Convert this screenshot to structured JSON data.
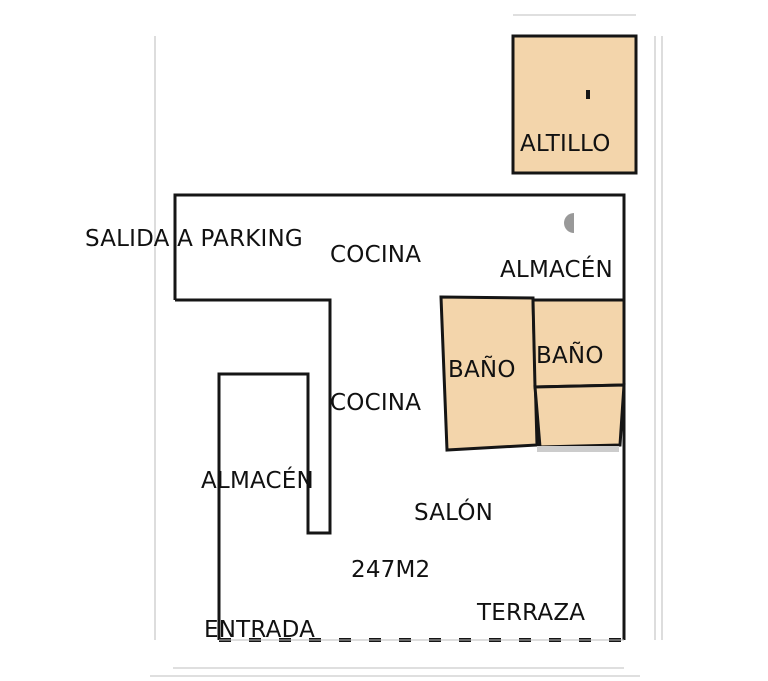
{
  "colors": {
    "room_fill": "#f3d5ab",
    "wall": "#151515",
    "dim_line": "#999999"
  },
  "rooms": {
    "altillo": "ALTILLO",
    "salida_parking": "SALIDA A PARKING",
    "cocina_top": "COCINA",
    "almacen_right": "ALMACÉN",
    "bano_left": "BAÑO",
    "bano_right": "BAÑO",
    "cocina_mid": "COCINA",
    "almacen_left": "ALMACÉN",
    "salon": "SALÓN",
    "area": "247M2",
    "terraza": "TERRAZA",
    "entrada": "ENTRADA"
  }
}
